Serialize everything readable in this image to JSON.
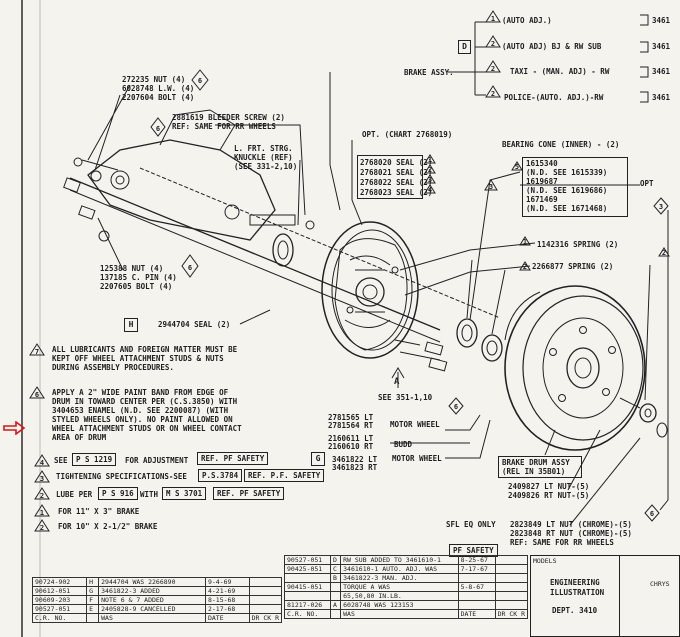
{
  "top_right_tree": {
    "rows": [
      {
        "letter": "",
        "num": "1",
        "label": "(AUTO ADJ.)",
        "ref": "3461"
      },
      {
        "letter": "D",
        "num": "2",
        "label": "(AUTO ADJ) BJ & RW SUB",
        "ref": "3461"
      },
      {
        "letter": "",
        "num": "2",
        "label": "TAXI - (MAN. ADJ) - RW",
        "ref": "3461"
      },
      {
        "letter": "",
        "num": "2",
        "label": "POLICE-(AUTO. ADJ.)-RW",
        "ref": "3461"
      }
    ],
    "brake_assy_label": "BRAKE ASSY."
  },
  "callouts": {
    "nut_group": [
      "272235 NUT (4)",
      "6028748 L.W. (4)",
      "2207604 BOLT (4)"
    ],
    "nut_group_diamond": "6",
    "bleeder": [
      "2881619 BLEEDER SCREW (2)",
      "REF: SAME FOR RR WHEELS"
    ],
    "bleeder_diamond": "6",
    "knuckle": [
      "L. FRT. STRG.",
      "KNUCKLE (REF)",
      "(SEE 331-2,10)"
    ],
    "c_pin_group": [
      "125388 NUT (4)",
      "137185 C. PIN (4)",
      "2207605 BOLT (4)"
    ],
    "c_pin_diamond": "6",
    "seal_h": {
      "letter": "H",
      "text": "2944704 SEAL (2)"
    },
    "opt_chart": "OPT. (CHART 2768019)",
    "seals": [
      "2768020 SEAL (2)",
      "2768021 SEAL (2)",
      "2768022 SEAL (2)",
      "2768023 SEAL (2)"
    ],
    "bearing": {
      "title": "BEARING CONE (INNER) - (2)",
      "items": [
        "1615340",
        "(N.D. SEE 1615339)",
        "1619687",
        "(N.D. SEE 1619686)",
        "1671469",
        "(N.D. SEE 1671468)"
      ],
      "opt": "OPT"
    },
    "spring1": "1142316 SPRING (2)",
    "spring2": "2266877 SPRING (2)",
    "see_ref": "SEE 351-1,10",
    "see_letter": "A",
    "motor_wheels": {
      "lines": [
        "2781565 LT",
        "2781564 RT",
        "2160611 LT",
        "2160610 RT",
        "3461822 LT",
        "3461823 RT"
      ],
      "m1": "MOTOR WHEEL",
      "budd": "BUDD",
      "m2": "MOTOR WHEEL",
      "letter": "G"
    },
    "drum": [
      "BRAKE DRUM ASSY",
      "(REL IN 35B01)"
    ],
    "rt_nuts": [
      "2409827 LT NUT-(5)",
      "2409826 RT NUT-(5)"
    ],
    "sfl": {
      "label": "SFL EQ ONLY",
      "lines": [
        "2823849 LT NUT (CHROME)-(5)",
        "2823848 RT NUT (CHROME)-(5)",
        "REF: SAME FOR RR WHEELS"
      ]
    },
    "diamond_6": "6"
  },
  "notes": {
    "n1": [
      "ALL LUBRICANTS AND FOREIGN MATTER MUST BE",
      "KEPT OFF WHEEL ATTACHMENT STUDS & NUTS",
      "DURING ASSEMBLY PROCEDURES."
    ],
    "n2": [
      "APPLY A 2\" WIDE PAINT BAND FROM EDGE OF",
      "DRUM IN TOWARD CENTER PER (C.S.3850) WITH",
      "3404653 ENAMEL (N.D. SEE 2200087) (WITH",
      "STYLED WHEELS ONLY). NO PAINT ALLOWED ON",
      "WHEEL ATTACHMENT STUDS OR ON WHEEL CONTACT",
      "AREA OF DRUM"
    ],
    "adj": {
      "pre": "SEE",
      "ps": "P S  1219",
      "post": "FOR ADJUSTMENT",
      "ref": "REF. PF SAFETY"
    },
    "torque": {
      "pre": "TIGHTENING SPECIFICATIONS-SEE",
      "ps": "P.S.3784",
      "ref": "REF. P.F. SAFETY"
    },
    "lube": {
      "pre": "LUBE PER",
      "ps": "P S  916",
      "with": "WITH",
      "ms": "M S  3701",
      "ref": "REF. PF SAFETY"
    },
    "b11": "FOR 11\" X 3\" BRAKE",
    "b10": "FOR 10\" X 2-1/2\" BRAKE"
  },
  "pf_safety": "PF SAFETY",
  "title_block": {
    "left_rows": [
      [
        "90724-902",
        "H",
        "2944704 WAS 2266890",
        "9-4-69"
      ],
      [
        "90612-051",
        "G",
        "3461822-3 ADDED",
        "4-21-69"
      ],
      [
        "90609-203",
        "F",
        "NOTE 6 & 7 ADDED",
        "8-15-68"
      ],
      [
        "90527-051",
        "E",
        "2405828-9 CANCELLED",
        "2-17-68"
      ]
    ],
    "left_header": [
      "C.R. NO.",
      "",
      "WAS",
      "DATE",
      "DR CK R"
    ],
    "right_rows": [
      [
        "90527-051",
        "D",
        "RW SUB ADDED TO 3461610-1",
        "8-25-67"
      ],
      [
        "90425-051",
        "C",
        "3461610-1 AUTO. ADJ. WAS",
        "7-17-67"
      ],
      [
        "",
        "B",
        "3461822-3 MAN. ADJ.",
        ""
      ],
      [
        "90415-051",
        "",
        "TORQUE A WAS",
        "5-8-67"
      ],
      [
        "",
        "",
        "65,50,80 IN.LB.",
        ""
      ],
      [
        "81217-026",
        "A",
        "6028748 WAS 123153",
        ""
      ]
    ],
    "right_header": [
      "C.R. NO.",
      "",
      "WAS",
      "DATE",
      "DR CK R"
    ],
    "eng": [
      "ENGINEERING",
      "ILLUSTRATION",
      "DEPT. 3410"
    ],
    "models": "MODELS",
    "chrys": "CHRYS"
  }
}
